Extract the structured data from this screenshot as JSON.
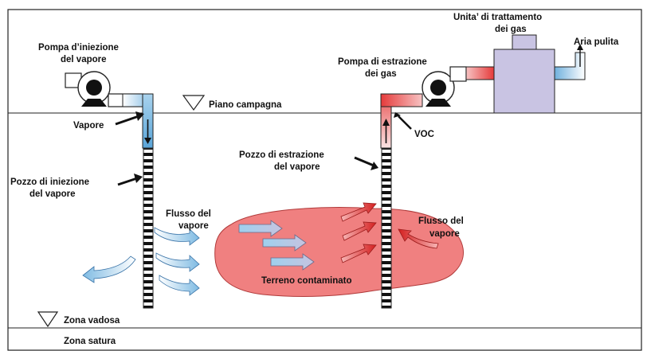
{
  "labels": {
    "steam_injection_pump": [
      "Pompa d’iniezione",
      "del vapore"
    ],
    "treatment_unit": [
      "Unita’ di trattamento",
      "dei gas"
    ],
    "clean_air": "Aria pulita",
    "gas_extraction_pump": [
      "Pompa di estrazione",
      "dei gas"
    ],
    "ground_level": "Piano campagna",
    "steam": "Vapore",
    "voc": "VOC",
    "steam_extraction_well": [
      "Pozzo di estrazione",
      "del vapore"
    ],
    "steam_injection_well": [
      "Pozzo di iniezione",
      "del vapore"
    ],
    "steam_flow_left": [
      "Flusso del",
      "vapore"
    ],
    "steam_flow_right": [
      "Flusso del",
      "vapore"
    ],
    "contaminated_soil": "Terreno contaminato",
    "vadose_zone": "Zona vadosa",
    "saturated_zone": "Zona satura"
  },
  "colors": {
    "steam_blue": "#8fc3e6",
    "hot_red": "#e53a3a",
    "contaminated_pink": "#f08080",
    "treatment_unit_fill": "#c9c4e3",
    "line": "#222222"
  },
  "icons": [
    "blower-pump-icon",
    "blower-pump-icon",
    "water-table-triangle-icon",
    "water-table-triangle-icon"
  ]
}
